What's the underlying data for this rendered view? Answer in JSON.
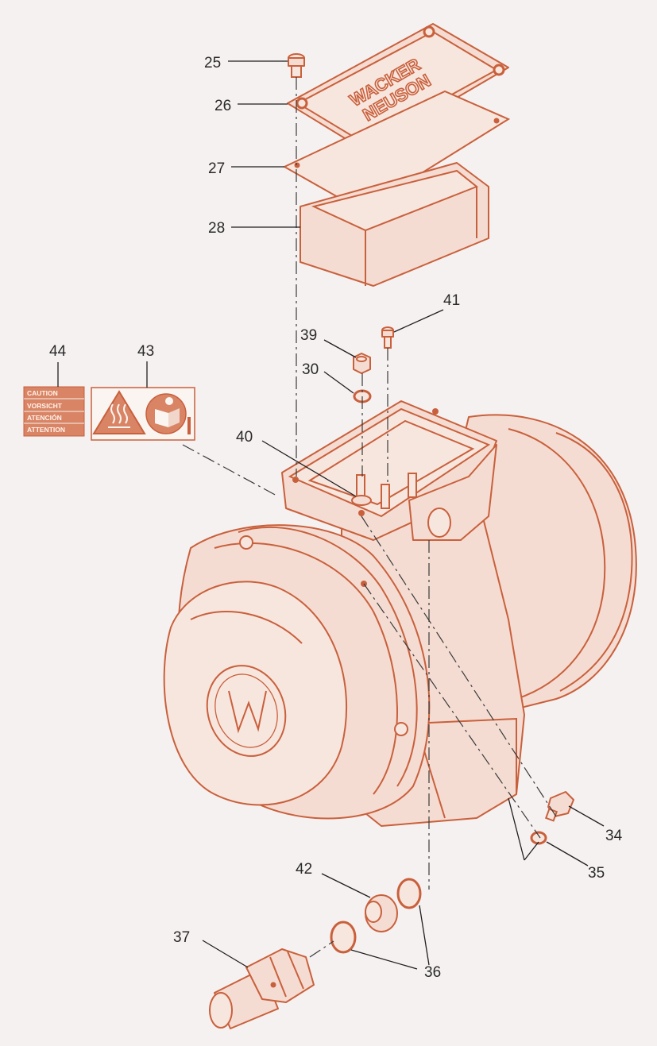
{
  "callouts": {
    "c25": "25",
    "c26": "26",
    "c27": "27",
    "c28": "28",
    "c41": "41",
    "c39": "39",
    "c30": "30",
    "c40": "40",
    "c44": "44",
    "c43": "43",
    "c34": "34",
    "c35": "35",
    "c42": "42",
    "c37": "37",
    "c36": "36"
  },
  "cover_logo": {
    "line1": "WACKER",
    "line2": "NEUSON"
  },
  "warning_decal": {
    "lines": [
      "CAUTION",
      "VORSICHT",
      "ATENCIÓN",
      "ATTENTION"
    ]
  },
  "colors": {
    "line": "#c9603c",
    "fill": "#f4dcd2",
    "background": "#f5f1f0",
    "text": "#2a2a2a"
  },
  "icons": [
    "hot-surface-warning-icon",
    "read-manual-icon",
    "wacker-w-logo-icon"
  ]
}
